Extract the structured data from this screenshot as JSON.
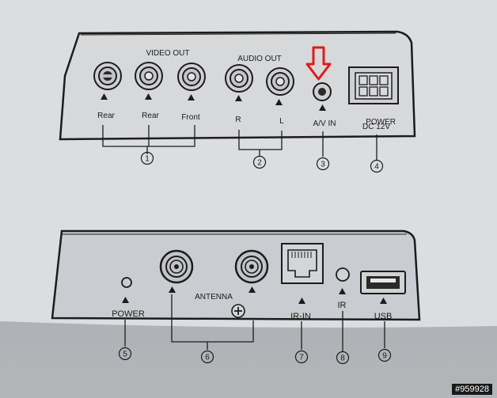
{
  "top_panel": {
    "group_labels": {
      "video_out": "VIDEO OUT",
      "audio_out": "AUDIO OUT"
    },
    "port_labels": {
      "rear1": "Rear",
      "rear2": "Rear",
      "front": "Front",
      "r": "R",
      "l": "L",
      "av_in": "A/V IN",
      "power": "POWER",
      "dc": "DC 12V"
    },
    "callouts": [
      "1",
      "2",
      "3",
      "4"
    ]
  },
  "bottom_panel": {
    "port_labels": {
      "power": "POWER",
      "antenna": "ANTENNA",
      "ir_in": "IR-IN",
      "ir": "IR",
      "usb": "USB"
    },
    "callouts": [
      "5",
      "6",
      "7",
      "8",
      "9"
    ]
  },
  "highlight": {
    "target": "A/V IN",
    "color": "#e01b1b"
  },
  "watermark": "#959928"
}
